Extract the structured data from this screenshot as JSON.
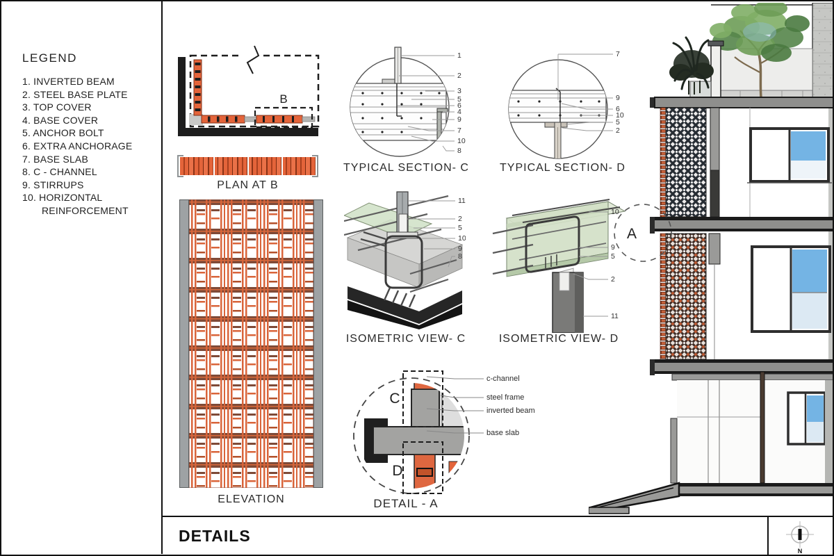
{
  "sheet": {
    "title": "DETAILS",
    "north_label": "N"
  },
  "legend": {
    "title": "LEGEND",
    "items": [
      "1. INVERTED BEAM",
      "2. STEEL BASE PLATE",
      "3. TOP COVER",
      "4. BASE COVER",
      "5. ANCHOR BOLT",
      "6. EXTRA ANCHORAGE",
      "7. BASE SLAB",
      "8. C - CHANNEL",
      "9. STIRRUPS",
      "10. HORIZONTAL REINFORCEMENT"
    ]
  },
  "drawings": {
    "plan": {
      "marker": "B",
      "caption": "PLAN AT B"
    },
    "elevation": {
      "caption": "ELEVATION"
    },
    "section_c": {
      "caption": "TYPICAL SECTION- C",
      "callouts": [
        "1",
        "2",
        "3",
        "5",
        "6",
        "4",
        "9",
        "7",
        "10",
        "8"
      ]
    },
    "section_d": {
      "caption": "TYPICAL SECTION- D",
      "callouts": [
        "7",
        "9",
        "6",
        "10",
        "5",
        "2"
      ]
    },
    "iso_c": {
      "caption": "ISOMETRIC VIEW- C",
      "callouts": [
        "11",
        "2",
        "5",
        "10",
        "9",
        "8"
      ]
    },
    "iso_d": {
      "caption": "ISOMETRIC VIEW- D",
      "callouts": [
        "10",
        "9",
        "5",
        "2",
        "11"
      ]
    },
    "detail_a": {
      "caption": "DETAIL - A",
      "marker_c": "C",
      "marker_d": "D",
      "labels": [
        "c-channel",
        "steel frame",
        "inverted beam",
        "base slab"
      ]
    },
    "building_section": {
      "marker": "A"
    }
  },
  "colors": {
    "accent_orange": "#e4643a",
    "brick_dark": "#7e2f17",
    "jali_brown": "#7f4a37",
    "window_blue": "#74b4e4",
    "foliage_green": "#6d9c57",
    "beam_green": "#d2e0c7"
  }
}
